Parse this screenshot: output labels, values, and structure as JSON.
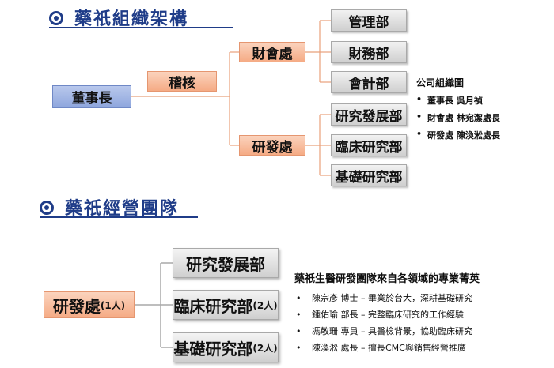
{
  "section1": {
    "heading": "藥祇組織架構"
  },
  "section2": {
    "heading": "藥祇經營團隊"
  },
  "org": {
    "chairman": "董事長",
    "audit": "稽核",
    "finance": "財會處",
    "rnd": "研發處",
    "finance_depts": [
      "管理部",
      "財務部",
      "會計部"
    ],
    "rnd_depts": [
      "研究發展部",
      "臨床研究部",
      "基礎研究部"
    ]
  },
  "org_info": {
    "title": "公司組織圖",
    "items": [
      "董事長 吳月禎",
      "財會處 林宛潔處長",
      "研發處 陳渙淞處長"
    ]
  },
  "team": {
    "root": "研發處",
    "root_suffix": "(1人)",
    "units": [
      {
        "name": "研究發展部",
        "suffix": ""
      },
      {
        "name": "臨床研究部",
        "suffix": "(2人)"
      },
      {
        "name": "基礎研究部",
        "suffix": "(2人)"
      }
    ]
  },
  "team_info": {
    "title": "藥祇生醫研發團隊來自各領域的專業菁英",
    "items": [
      "陳宗彥 博士 – 畢業於台大，深耕基礎研究",
      "鍾佑瑜 部長 – 完整臨床研究的工作經驗",
      "馮敬珊 專員 – 具醫檢背景，協助臨床研究",
      "陳渙淞 處長 – 擅長CMC與銷售經營推廣"
    ]
  }
}
